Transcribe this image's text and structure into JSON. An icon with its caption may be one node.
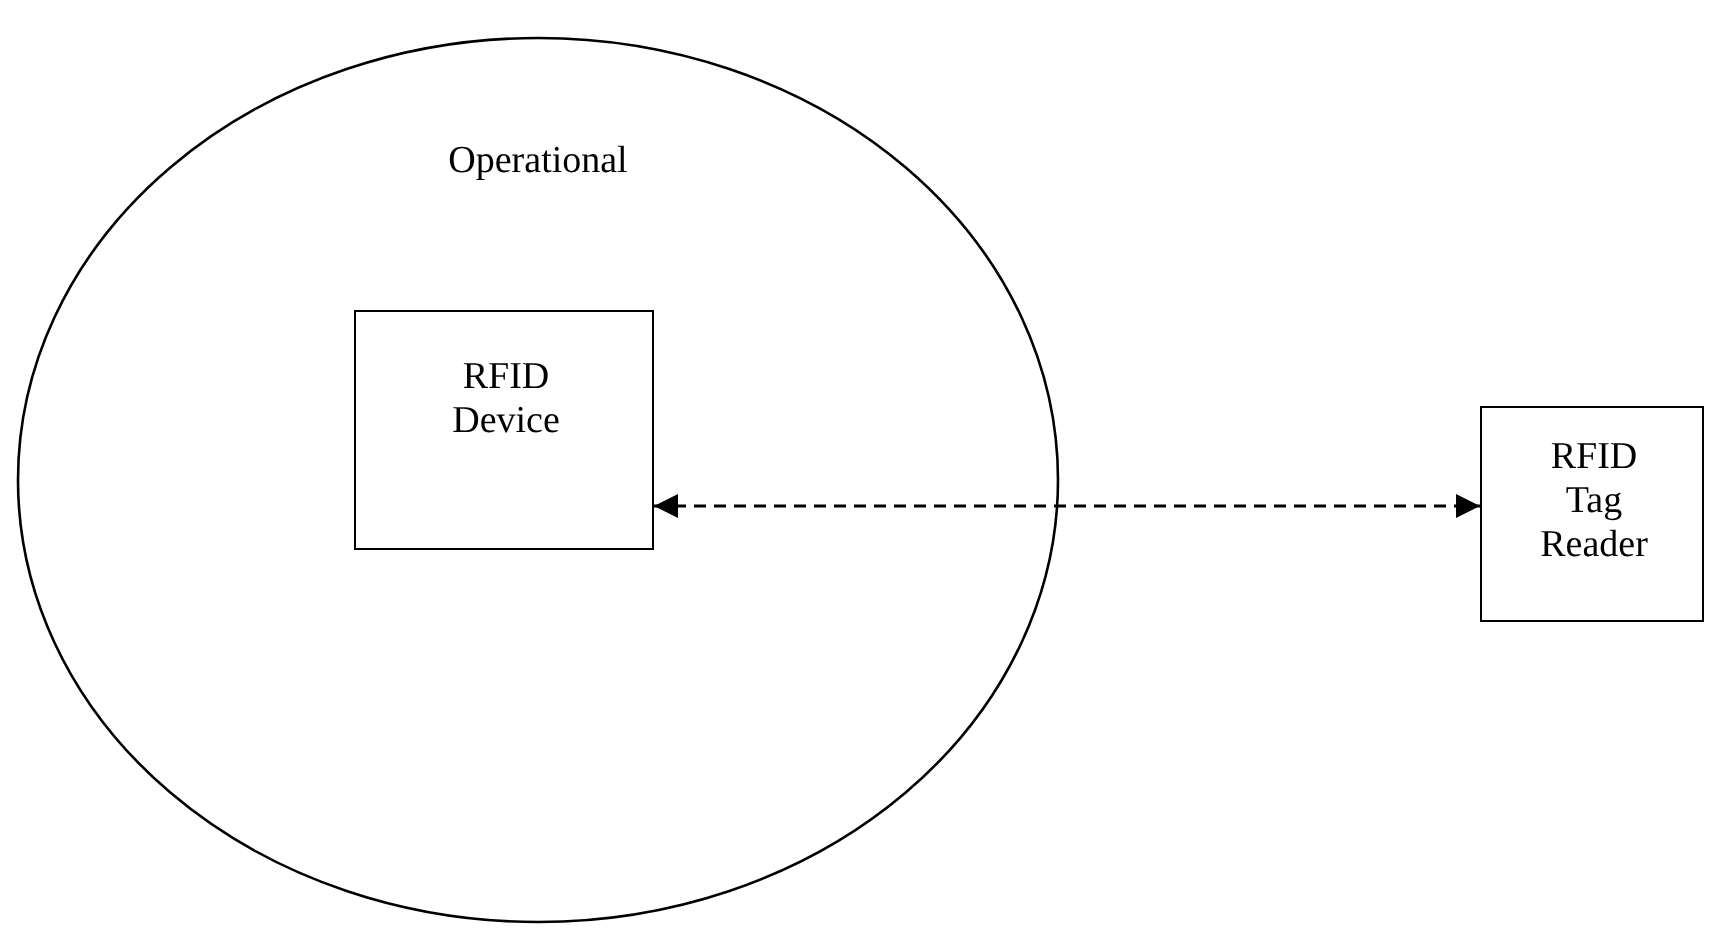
{
  "diagram": {
    "nodes": [
      {
        "text": [
          "Operational"
        ]
      },
      {
        "text": [
          "RFID Device"
        ],
        "in": 0
      },
      {
        "text": [
          "RFID Tag Reader"
        ]
      }
    ],
    "edges": [
      {
        "from": 1,
        "to": 2,
        "arrow": "both",
        "style": "dashed"
      }
    ]
  }
}
